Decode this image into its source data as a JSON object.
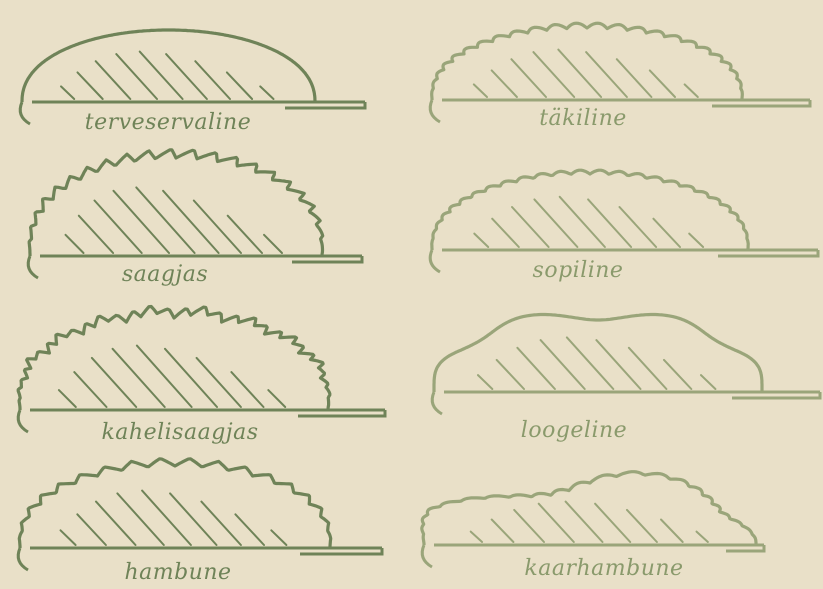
{
  "colors": {
    "paper": "#e9e0c8",
    "ink_left": "#6f8358",
    "ink_right": "#9aa57a"
  },
  "leaves": [
    {
      "label": "terveservaline",
      "margin": "entire"
    },
    {
      "label": "täkiline",
      "margin": "crenate"
    },
    {
      "label": "saagjas",
      "margin": "serrate"
    },
    {
      "label": "sopiline",
      "margin": "sinuate"
    },
    {
      "label": "kahelisaagjas",
      "margin": "double-serrate"
    },
    {
      "label": "loogeline",
      "margin": "undulate"
    },
    {
      "label": "hambune",
      "margin": "dentate"
    },
    {
      "label": "kaarhambune",
      "margin": "lobed-dentate"
    }
  ]
}
